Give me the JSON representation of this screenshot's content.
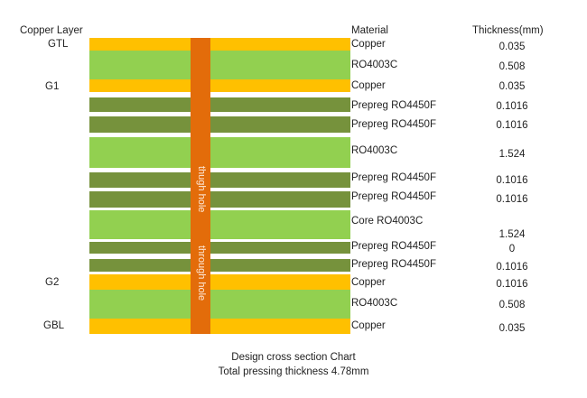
{
  "headers": {
    "copper_layer": "Copper Layer",
    "material": "Material",
    "thickness": "Thickness(mm)"
  },
  "copper_layer_names": [
    "GTL",
    "G1",
    "G2",
    "GBL"
  ],
  "layers": [
    {
      "material": "Copper",
      "thickness": "0.035",
      "type": "copper"
    },
    {
      "material": "RO4003C",
      "thickness": "0.508",
      "type": "core"
    },
    {
      "material": "Copper",
      "thickness": "0.035",
      "type": "copper"
    },
    {
      "material": "Prepreg RO4450F",
      "thickness": "0.1016",
      "type": "prepreg"
    },
    {
      "material": "Prepreg RO4450F",
      "thickness": "0.1016",
      "type": "prepreg"
    },
    {
      "material": "RO4003C",
      "thickness": "1.524",
      "type": "core"
    },
    {
      "material": "Prepreg RO4450F",
      "thickness": "0.1016",
      "type": "prepreg"
    },
    {
      "material": "Prepreg RO4450F",
      "thickness": "0.1016",
      "type": "prepreg"
    },
    {
      "material": "Core RO4003C",
      "thickness": "1.524",
      "type": "core"
    },
    {
      "material": "Prepreg RO4450F",
      "thickness": "0",
      "type": "prepreg"
    },
    {
      "material": "Prepreg RO4450F",
      "thickness": "0.1016",
      "type": "prepreg"
    },
    {
      "material": "Copper",
      "thickness": "0.1016",
      "type": "copper"
    },
    {
      "material": "RO4003C",
      "thickness": "0.508",
      "type": "core"
    },
    {
      "material": "Copper",
      "thickness": "0.035",
      "type": "copper"
    }
  ],
  "hole_labels": [
    "thugh hole",
    "through hole"
  ],
  "colors": {
    "copper": "#ffc000",
    "core": "#92d050",
    "prepreg": "#76923c",
    "hole": "#e36c0a"
  },
  "caption": {
    "title": "Design cross section Chart",
    "total": "Total pressing thickness 4.78mm"
  }
}
